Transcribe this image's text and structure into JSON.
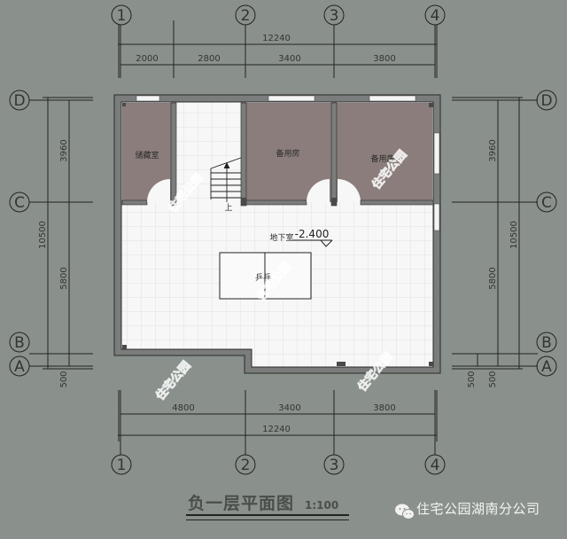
{
  "drawing": {
    "title": "负一层平面图",
    "scale": "1:100",
    "brand": "住宅公园湖南分公司",
    "watermark": "住宅公园",
    "colors": {
      "background": "#8a918c",
      "wall": "#7a7d7b",
      "room_fill": "#8a7d7b",
      "floor_tile": "#f7f7f7",
      "line": "#1e1e1e"
    }
  },
  "axes": {
    "columns": [
      "1",
      "2",
      "3",
      "4"
    ],
    "rows": [
      "D",
      "C",
      "B",
      "A"
    ]
  },
  "dimensions": {
    "top_total": "12240",
    "top_segments": [
      "2000",
      "2800",
      "3400",
      "3800"
    ],
    "bottom_total": "12240",
    "bottom_segments": [
      "4800",
      "3400",
      "3800"
    ],
    "left_total": "10500",
    "left_segments": [
      "3960",
      "5800",
      "500"
    ],
    "right_total": "10500",
    "right_segments": [
      "3960",
      "5800",
      "500",
      "500"
    ]
  },
  "rooms": {
    "storage": "储藏室",
    "spare_room_1": "备用房",
    "spare_room_2": "备用房",
    "basement": "地下室",
    "basement_elevation": "-2.400",
    "ping_pong": "乒乓",
    "stair_up": "上"
  }
}
